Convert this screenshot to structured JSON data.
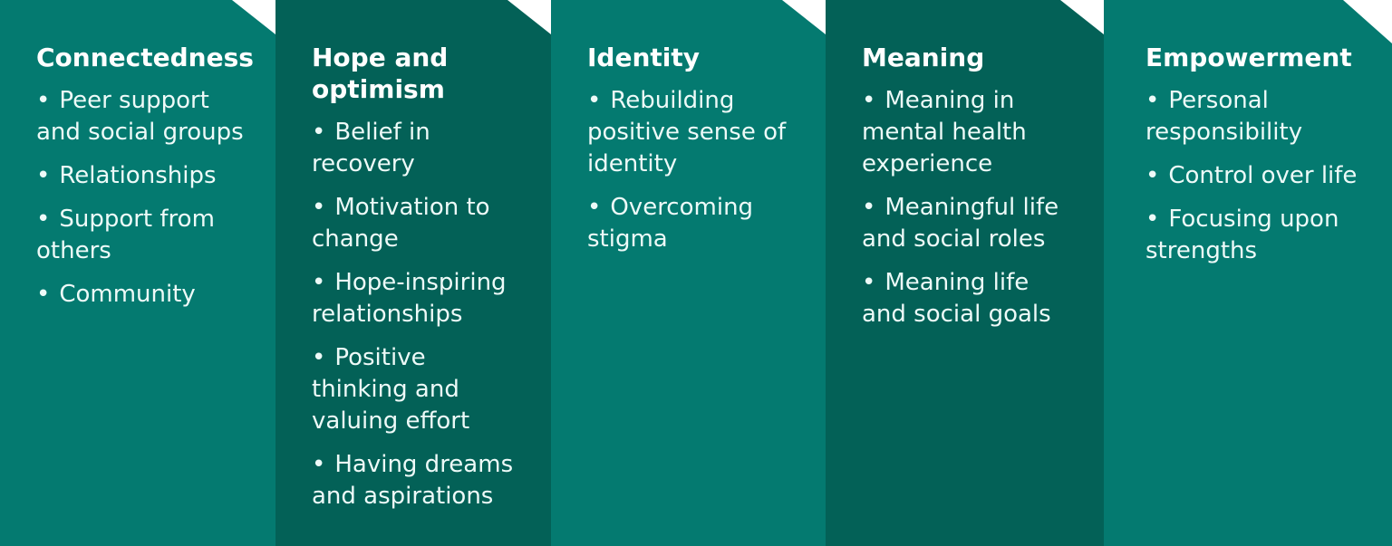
{
  "bullet": "•",
  "colors": {
    "column_light": "#047a70",
    "column_dark": "#036157",
    "title_text": "#ffffff",
    "body_text": "#edfaf8",
    "background": "#ffffff"
  },
  "columns": [
    {
      "title": "Connectedness",
      "items": [
        "Peer support and social groups",
        "Relationships",
        "Support from others",
        "Community"
      ]
    },
    {
      "title": "Hope and optimism",
      "items": [
        "Belief in recovery",
        "Motivation to change",
        "Hope-inspiring relationships",
        "Positive thinking and valuing effort",
        "Having dreams and aspirations"
      ]
    },
    {
      "title": "Identity",
      "items": [
        "Rebuilding positive sense of identity",
        "Overcoming stigma"
      ]
    },
    {
      "title": "Meaning",
      "items": [
        "Meaning in mental health experience",
        "Meaningful life and social roles",
        "Meaning life and social goals"
      ]
    },
    {
      "title": "Empowerment",
      "items": [
        "Personal responsibility",
        "Control over life",
        "Focusing upon strengths"
      ]
    }
  ]
}
